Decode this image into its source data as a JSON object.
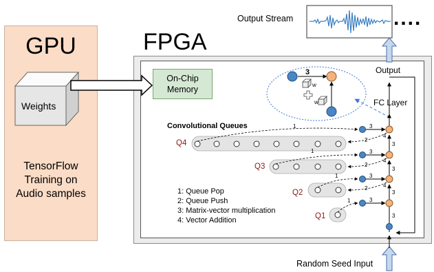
{
  "gpu": {
    "title": "GPU",
    "weights_label": "Weights",
    "description": "TensorFlow\nTraining on\nAudio samples"
  },
  "fpga": {
    "title": "FPGA",
    "memory_label": "On-Chip\nMemory",
    "output_label": "Output",
    "fc_layer_label": "FC Layer",
    "conv_queues_label": "Convolutional Queues",
    "queues": [
      {
        "label": "Q4",
        "slots": 7
      },
      {
        "label": "Q3",
        "slots": 4
      },
      {
        "label": "Q2",
        "slots": 2
      },
      {
        "label": "Q1",
        "slots": 1
      }
    ],
    "edge_labels": {
      "pop": "1",
      "push": "2",
      "mvm": "3",
      "add": "4"
    },
    "zoom_weight_label": "w"
  },
  "legend": [
    "1: Queue Pop",
    "2: Queue Push",
    "3: Matrix-vector multiplication",
    "4: Vector Addition"
  ],
  "output_stream": {
    "label": "Output Stream",
    "ellipsis": "...."
  },
  "input": {
    "label": "Random Seed Input"
  },
  "colors": {
    "gpu_fill": "#fbdcc6",
    "memory_fill": "#d5e8d4",
    "node_blue": "#4a86c5",
    "node_orange": "#f6b27b",
    "queue_label": "#8b1a1a",
    "waveform": "#3a7fc1",
    "up_arrow_fill": "#c5d8ee"
  }
}
